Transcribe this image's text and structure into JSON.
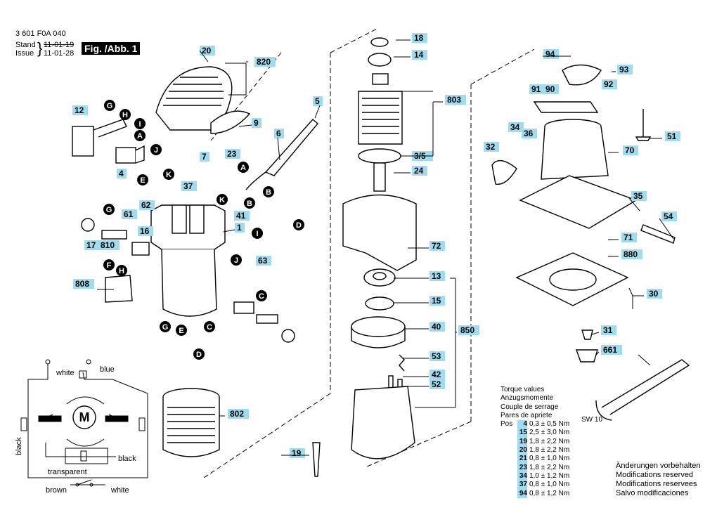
{
  "header": {
    "part_number": "3 601 F0A 040",
    "stand_label": "Stand",
    "stand_date": "11-01-19",
    "issue_label": "Issue",
    "issue_date": "11-01-28",
    "figure_label": "Fig. /Abb. 1"
  },
  "part_labels": [
    "20",
    "820",
    "9",
    "5",
    "6",
    "12",
    "4",
    "7",
    "23",
    "37",
    "41",
    "62",
    "61",
    "16",
    "1",
    "17",
    "810",
    "808",
    "63",
    "13",
    "72",
    "15",
    "40",
    "53",
    "42",
    "52",
    "802",
    "19",
    "850",
    "18",
    "14",
    "803",
    "3/5",
    "24",
    "94",
    "93",
    "91",
    "90",
    "92",
    "34",
    "36",
    "51",
    "32",
    "70",
    "35",
    "54",
    "71",
    "880",
    "30",
    "31",
    "661"
  ],
  "connection_letters": [
    "G",
    "H",
    "I",
    "A",
    "J",
    "E",
    "K",
    "B",
    "D",
    "C",
    "F"
  ],
  "wiring": {
    "motor": "M",
    "labels": [
      "white",
      "blue",
      "black",
      "black",
      "transparent",
      "brown",
      "white"
    ]
  },
  "wrench_label": "SW 10",
  "torque": {
    "titles": [
      "Torque values",
      "Anzugsmomente",
      "Couple de serrage",
      "Pares de apriete"
    ],
    "pos_label": "Pos",
    "rows": [
      {
        "pos": "4",
        "value": "0,3 ± 0,5 Nm"
      },
      {
        "pos": "15",
        "value": "2,5 ± 3,0 Nm"
      },
      {
        "pos": "19",
        "value": "1,8 ± 2,2 Nm"
      },
      {
        "pos": "20",
        "value": "1,8 ± 2,2 Nm"
      },
      {
        "pos": "21",
        "value": "0,8 ± 1,0 Nm"
      },
      {
        "pos": "23",
        "value": "1,8 ± 2,2 Nm"
      },
      {
        "pos": "34",
        "value": "1,0 ± 1,2 Nm"
      },
      {
        "pos": "37",
        "value": "0,8 ± 1,0 Nm"
      },
      {
        "pos": "94",
        "value": "0,8 ± 1,2 Nm"
      }
    ]
  },
  "modifications": [
    "Änderungen vorbehalten",
    "Modifications reserved",
    "Modifications reservees",
    "Salvo modificaciones"
  ],
  "colors": {
    "label_bg": "#9fdcef",
    "line": "#000000"
  }
}
